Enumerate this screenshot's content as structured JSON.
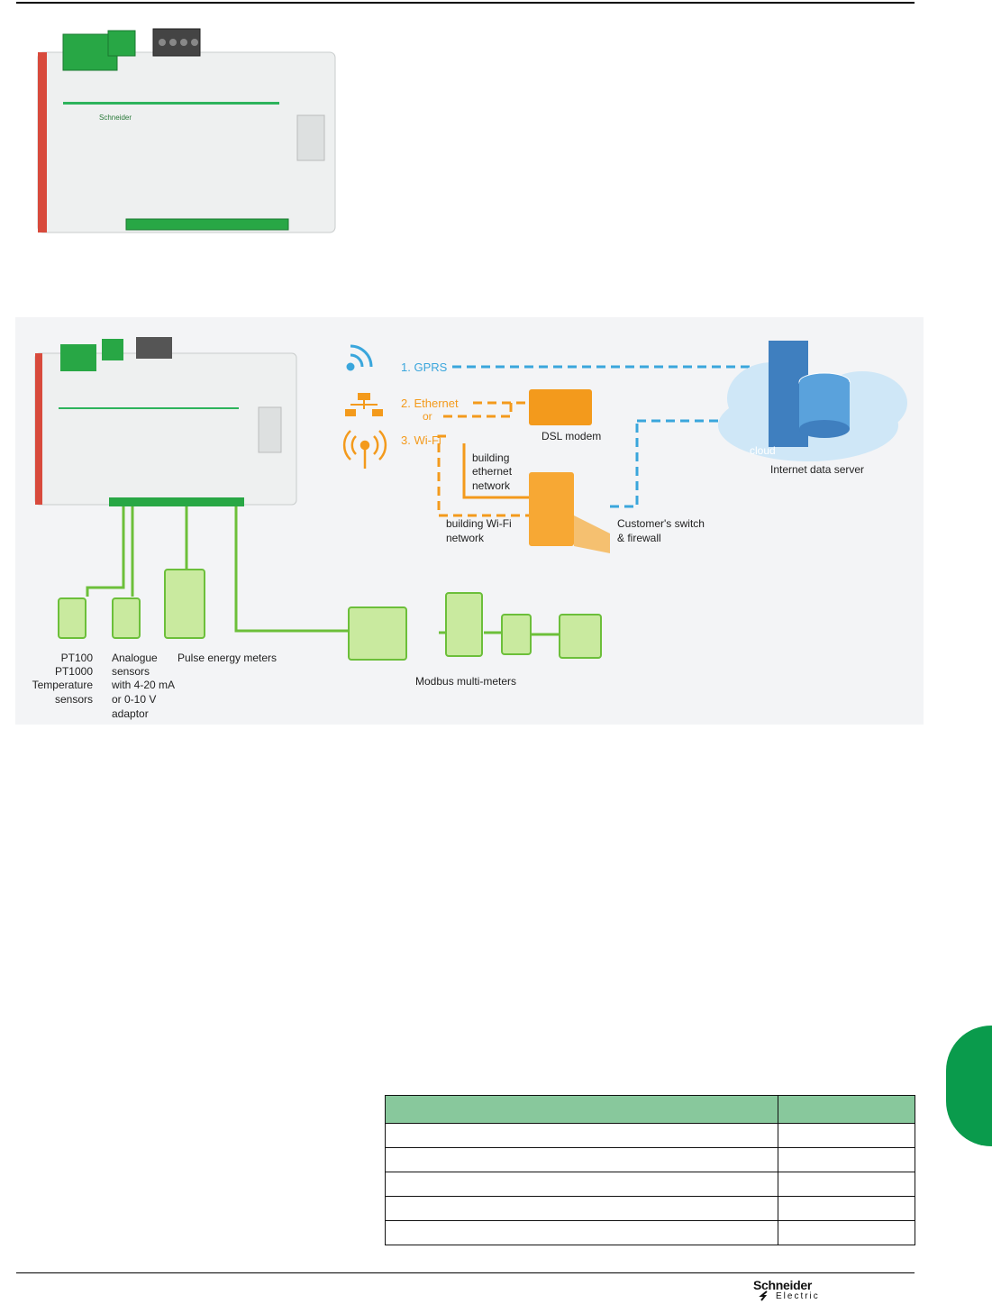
{
  "diagram": {
    "links": {
      "gprs": "1. GPRS",
      "ethernet": "2. Ethernet",
      "or": "or",
      "wifi": "3. Wi-Fi"
    },
    "devices": {
      "dsl_modem": "DSL modem",
      "internet_server": "Internet data server",
      "cloud": "cloud",
      "building_ethernet": [
        "building",
        "ethernet",
        "network"
      ],
      "building_wifi": [
        "building Wi-Fi",
        "network"
      ],
      "switch": [
        "Customer's switch",
        "& firewall"
      ]
    },
    "sensors": {
      "pt": [
        "PT100",
        "PT1000",
        "Temperature",
        "sensors"
      ],
      "analogue": [
        "Analogue",
        "sensors",
        "with 4-20 mA",
        "or 0-10 V",
        "adaptor"
      ],
      "pulse": "Pulse energy meters",
      "modbus": "Modbus multi-meters"
    },
    "colors": {
      "blue": "#3aa6dc",
      "orange": "#f39a1c",
      "green": "#6cbf3a",
      "device_green": "#c9ea9f"
    }
  },
  "logo": {
    "brand": "Schneider",
    "sub": "Electric"
  }
}
